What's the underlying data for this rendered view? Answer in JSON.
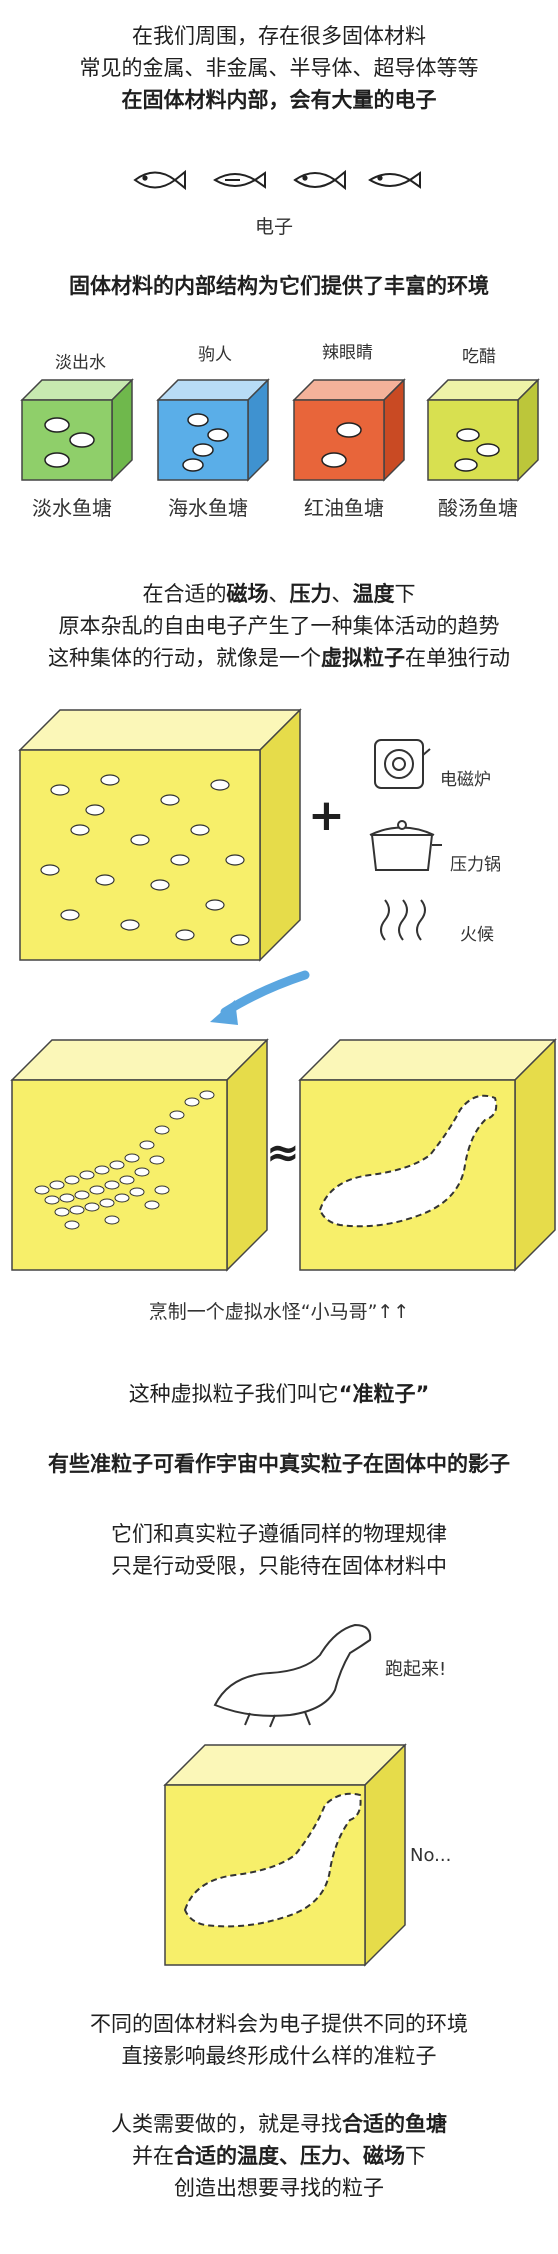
{
  "intro": {
    "line1": "在我们周围，存在很多固体材料",
    "line2": "常见的金属、非金属、半导体、超导体等等",
    "line3": "在固体材料内部，会有大量的电子",
    "electron_label": "电子"
  },
  "structure": {
    "heading": "固体材料的内部结构为它们提供了丰富的环境",
    "ponds": [
      {
        "tag": "淡出水",
        "label": "淡水鱼塘",
        "color": "#8fcf6a"
      },
      {
        "tag": "驹人",
        "label": "海水鱼塘",
        "color": "#5aaee8"
      },
      {
        "tag": "辣眼睛",
        "label": "红油鱼塘",
        "color": "#e8653a"
      },
      {
        "tag": "吃醋",
        "label": "酸汤鱼塘",
        "color": "#d8e050"
      }
    ]
  },
  "conditions": {
    "line1_pre": "在合适的",
    "line1_b1": "磁场",
    "line1_sep1": "、",
    "line1_b2": "压力",
    "line1_sep2": "、",
    "line1_b3": "温度",
    "line1_post": "下",
    "line2": "原本杂乱的自由电子产生了一种集体活动的趋势",
    "line3_pre": "这种集体的行动，就像是一个",
    "line3_bold": "虚拟粒子",
    "line3_post": "在单独行动",
    "plus": "+",
    "tool1": "电磁炉",
    "tool2": "压力锅",
    "tool3": "火候",
    "approx": "≈",
    "caption": "烹制一个虚拟水怪“小马哥”↑↑"
  },
  "quasi": {
    "line_pre": "这种虚拟粒子我们叫它",
    "line_bold": "“准粒子”",
    "heading": "有些准粒子可看作宇宙中真实粒子在固体中的影子",
    "line2": "它们和真实粒子遵循同样的物理规律",
    "line3": "只是行动受限，只能待在固体材料中",
    "run_text": "跑起来!",
    "no_text": "No..."
  },
  "conclusion": {
    "line1": "不同的固体材料会为电子提供不同的环境",
    "line2": "直接影响最终形成什么样的准粒子",
    "line3": "人类需要做的，就是寻找",
    "line3_bold": "合适的鱼塘",
    "line4_pre": "并在",
    "line4_bold": "合适的温度、压力、磁场",
    "line4_post": "下",
    "line5": "创造出想要寻找的粒子"
  },
  "colors": {
    "yellow": "#f7ef6a",
    "yellow_light": "#fbf7b8",
    "arrow_blue": "#5aa6e0"
  }
}
